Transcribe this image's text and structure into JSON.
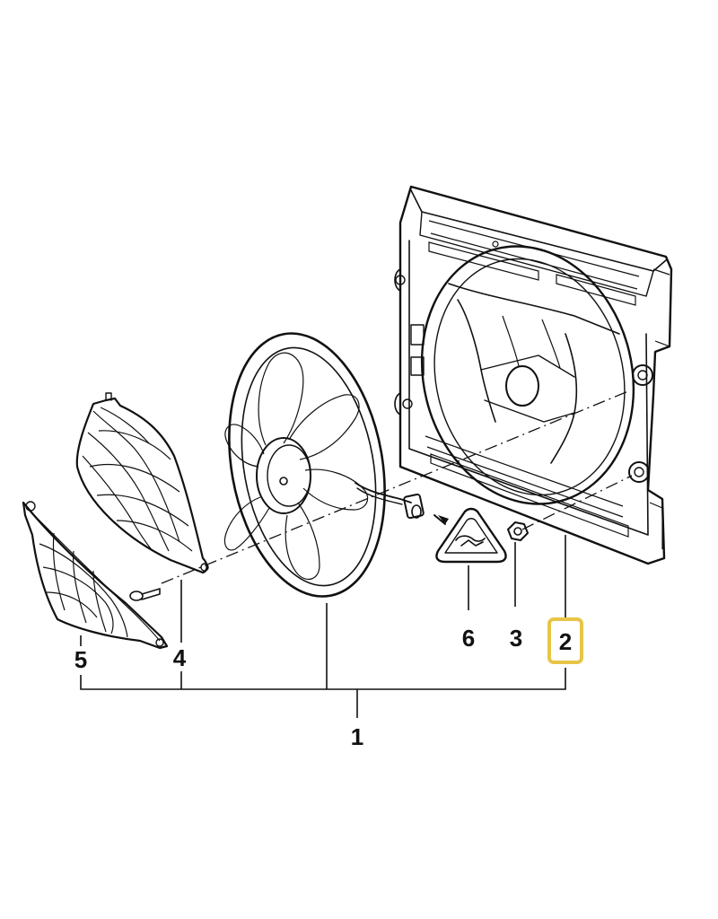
{
  "callouts": {
    "c1": "1",
    "c2": "2",
    "c3": "3",
    "c4": "4",
    "c5": "5",
    "c6": "6"
  },
  "highlight": {
    "target": "2",
    "color": "#E8C547"
  },
  "parts": {
    "p1": "fan-assembly",
    "p2": "fan-shroud",
    "p3": "nut",
    "p4": "rear-fan-guard",
    "p5": "front-fan-guard",
    "p6": "warning-label"
  }
}
